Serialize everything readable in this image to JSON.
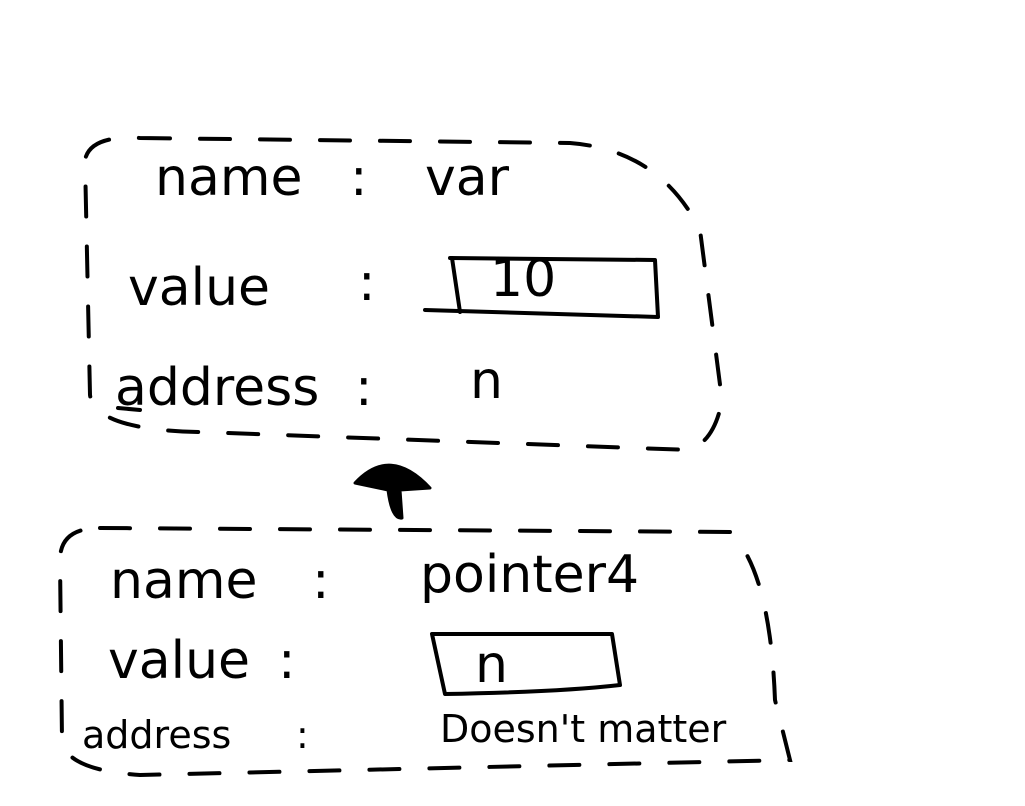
{
  "diagram": {
    "colors": {
      "ink": "#000000",
      "background": "#ffffff"
    },
    "variable_block": {
      "name_label": "name",
      "name_value": "var",
      "value_label": "value",
      "value_value": "10",
      "address_label": "address",
      "address_value": "n",
      "separator": ":"
    },
    "pointer_block": {
      "name_label": "name",
      "name_value": "pointer4",
      "value_label": "value",
      "value_value": "n",
      "address_label": "address",
      "address_value": "Doesn't matter",
      "separator": ":"
    },
    "arrow": {
      "direction": "up",
      "from": "pointer_block",
      "to": "variable_block"
    }
  }
}
